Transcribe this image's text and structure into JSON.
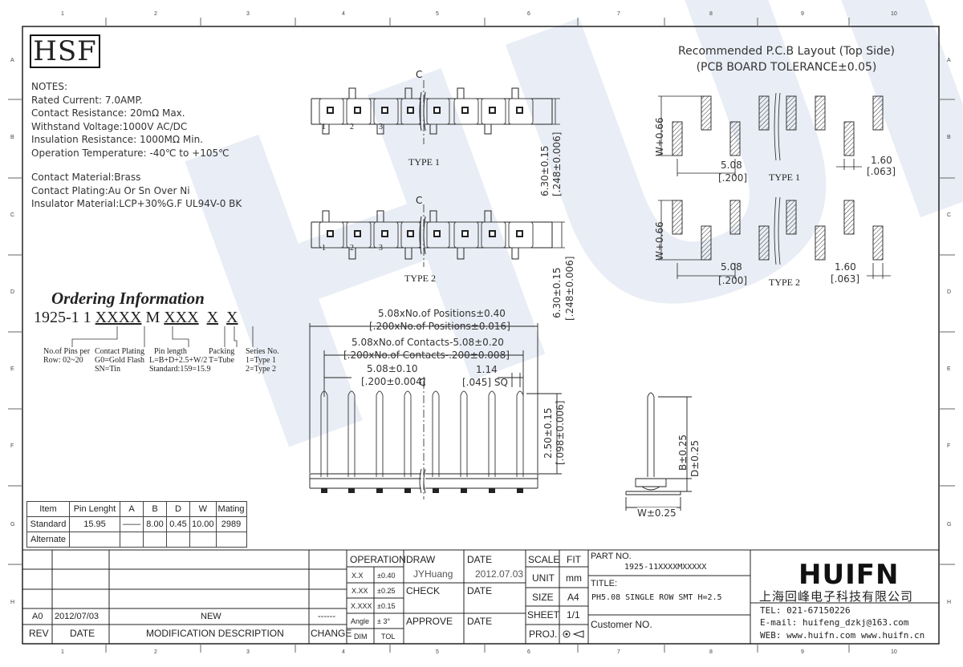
{
  "zones": {
    "cols": [
      "1",
      "2",
      "3",
      "4",
      "5",
      "6",
      "7",
      "8",
      "9",
      "10"
    ],
    "rows": [
      "A",
      "B",
      "C",
      "D",
      "E",
      "F",
      "G",
      "H"
    ]
  },
  "logo_hsf": "HSF",
  "notes": {
    "heading": "NOTES:",
    "lines": [
      "Rated Current: 7.0AMP.",
      "Contact Resistance: 20mΩ Max.",
      "Withstand Voltage:1000V AC/DC",
      "Insulation Resistance: 1000MΩ Min.",
      "Operation Temperature: -40℃ to +105℃"
    ],
    "material_lines": [
      "Contact Material:Brass",
      "Contact Plating:Au Or Sn Over Ni",
      "Insulator Material:LCP+30%G.F UL94V-0 BK"
    ]
  },
  "ordering": {
    "title": "Ordering Information",
    "code_prefix": "1925-1 1 ",
    "code_parts": [
      "XX",
      "XX",
      "M",
      "XXX",
      "X",
      "X"
    ],
    "labels": {
      "pins": [
        "No.of Pins per",
        "Row: 02~20"
      ],
      "plating": [
        "Contact Plating",
        "G0=Gold Flash",
        "SN=Tin"
      ],
      "pin_length": [
        "Pin length",
        "L=B+D+2.5+W/2",
        "Standard:159=15.9"
      ],
      "packing": [
        "Packing",
        "T=Tube"
      ],
      "series": [
        "Series No.",
        "1=Type 1",
        "2=Type 2"
      ]
    }
  },
  "pcb_layout": {
    "title_line1": "Recommended P.C.B Layout (Top Side)",
    "title_line2": "(PCB BOARD TOLERANCE±0.05)",
    "type1": "TYPE 1",
    "type2": "TYPE 2",
    "w_label": "W+0.66",
    "pitch": "5.08",
    "pitch_in": "[.200]",
    "pad": "1.60",
    "pad_in": "[.063]"
  },
  "top_views": {
    "type1": "TYPE 1",
    "type2": "TYPE 2",
    "cl": "C",
    "pin_numbers": [
      "1",
      "2",
      "3"
    ],
    "height": "6.30±0.15",
    "height_in": "[.248±0.006]"
  },
  "front_view": {
    "dim1": "5.08xNo.of Positions±0.40",
    "dim1_in": "[.200xNo.of Positions±0.016]",
    "dim2": "5.08xNo.of Contacts-5.08±0.20",
    "dim2_in": "[.200xNo.of Contacts-.200±0.008]",
    "dim3": "5.08±0.10",
    "dim3_in": "[.200±0.004]",
    "dim4": "1.14",
    "dim4_in": "[.045] SQ",
    "height": "2.50±0.15",
    "height_in": "[.098±0.006]",
    "cl": "C"
  },
  "side_view": {
    "b": "B±0.25",
    "d": "D±0.25",
    "w": "W±0.25"
  },
  "spec_table": {
    "headers": [
      "Item",
      "Pin Lenght",
      "A",
      "B",
      "D",
      "W",
      "Mating"
    ],
    "rows": [
      [
        "Standard",
        "15.95",
        "——",
        "8.00",
        "0.45",
        "10.00",
        "2989"
      ],
      [
        "Alternate",
        "",
        "",
        "",
        "",
        "",
        ""
      ]
    ]
  },
  "title_block": {
    "rev_row": {
      "rev": "A0",
      "date": "2012/07/03",
      "desc": "NEW",
      "change": "------"
    },
    "headers": {
      "rev": "REV",
      "date": "DATE",
      "desc": "MODIFICATION DESCRIPTION",
      "change": "CHANGE"
    },
    "operation": "OPERATION",
    "tol": [
      [
        "X.X",
        "±0.40"
      ],
      [
        "X.XX",
        "±0.25"
      ],
      [
        "X.XXX",
        "±0.15"
      ],
      [
        "Angle",
        "± 3°"
      ]
    ],
    "dim": "DIM",
    "tol_label": "TOL",
    "draw": "DRAW",
    "draw_name": "JYHuang",
    "date_label": "DATE",
    "draw_date": "2012.07.03",
    "check": "CHECK",
    "approve": "APPROVE",
    "scale": "SCALE",
    "fit": "FIT",
    "unit": "UNIT",
    "unit_val": "mm",
    "size": "SIZE",
    "size_val": "A4",
    "sheet": "SHEET",
    "sheet_val": "1/1",
    "proj": "PROJ.",
    "part_no_label": "PART NO.",
    "part_no": "1925-11XXXXMXXXXX",
    "title_label": "TITLE:",
    "title": "PH5.08 SINGLE ROW SMT H=2.5",
    "customer_label": "Customer NO.",
    "company_logo": "HUIFN",
    "company_cn": "上海回峰电子科技有限公司",
    "tel": "TEL: 021-67150226",
    "email": "E-mail: huifeng_dzkj@163.com",
    "web": "WEB: www.huifn.com  www.huifn.cn"
  },
  "watermark": "HUIFN"
}
